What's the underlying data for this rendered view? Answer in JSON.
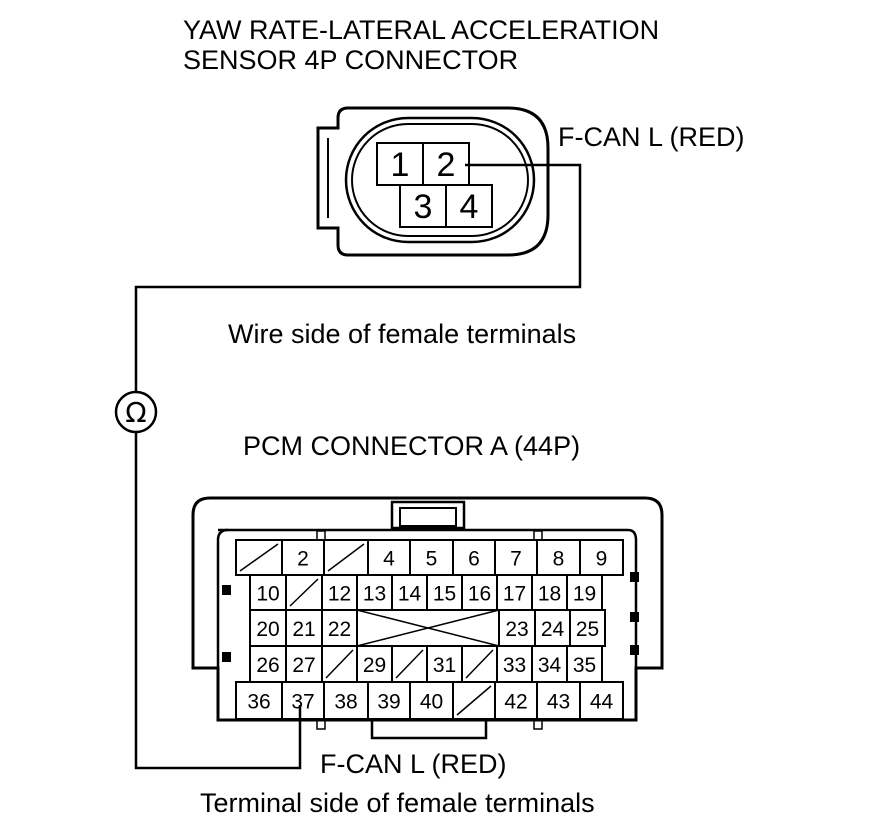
{
  "title_line1": "YAW RATE-LATERAL ACCELERATION",
  "title_line2": "SENSOR 4P CONNECTOR",
  "sensor_connector": {
    "terminals": [
      "1",
      "2",
      "3",
      "4"
    ],
    "wire_label": "F-CAN L (RED)",
    "side_label": "Wire side of female terminals"
  },
  "meter": {
    "symbol": "Ω",
    "icon": "ohmmeter-icon"
  },
  "pcm_connector": {
    "title": "PCM CONNECTOR A (44P)",
    "rows": [
      [
        "",
        "2",
        "",
        "4",
        "5",
        "6",
        "7",
        "8",
        "9"
      ],
      [
        "10",
        "",
        "12",
        "13",
        "14",
        "15",
        "16",
        "17",
        "18",
        "19"
      ],
      [
        "20",
        "21",
        "22",
        "",
        "23",
        "24",
        "25"
      ],
      [
        "26",
        "27",
        "",
        "29",
        "",
        "31",
        "",
        "33",
        "34",
        "35"
      ],
      [
        "36",
        "37",
        "38",
        "39",
        "40",
        "",
        "42",
        "43",
        "44"
      ]
    ],
    "wire_label": "F-CAN L (RED)",
    "side_label": "Terminal side of female terminals"
  }
}
